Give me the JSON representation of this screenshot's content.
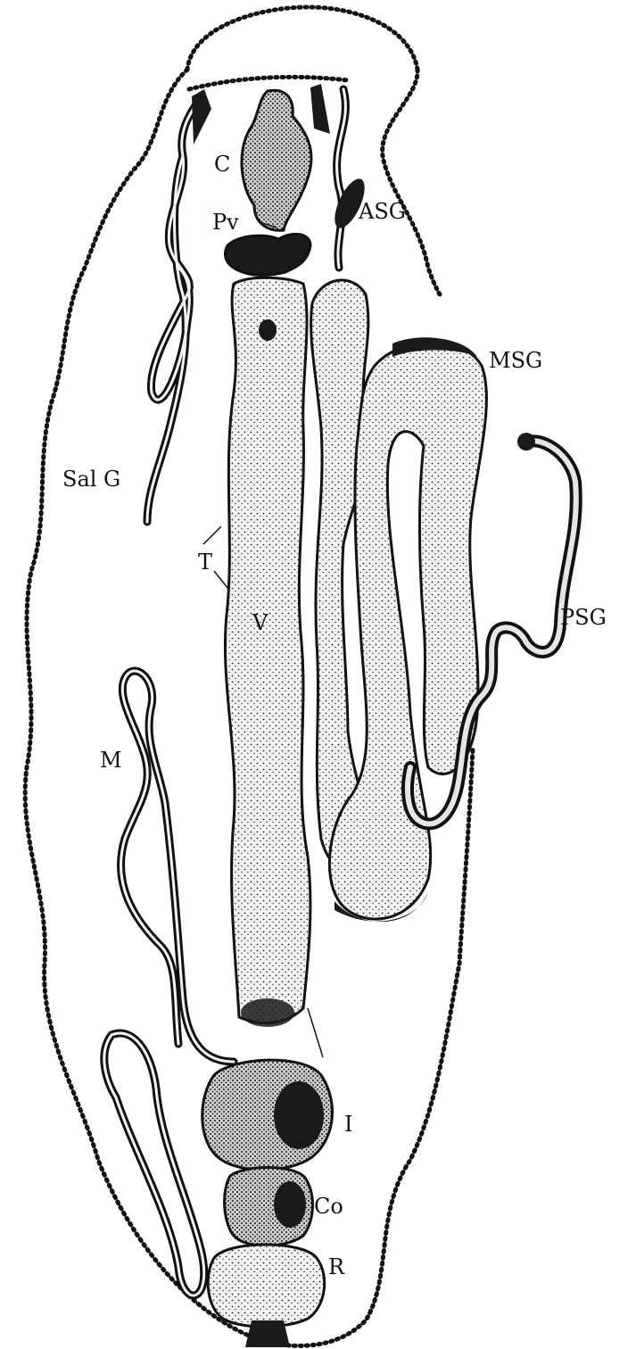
{
  "labels": {
    "c": "C",
    "pv": "Pv",
    "asg": "ASG",
    "msg": "MSG",
    "salg": "Sal G",
    "t": "T",
    "v": "V",
    "psg": "PSG",
    "m": "M",
    "i": "I",
    "co": "Co",
    "r": "R"
  },
  "colors": {
    "ink": "#111111",
    "stipple_bg": "#f4f4f4"
  }
}
